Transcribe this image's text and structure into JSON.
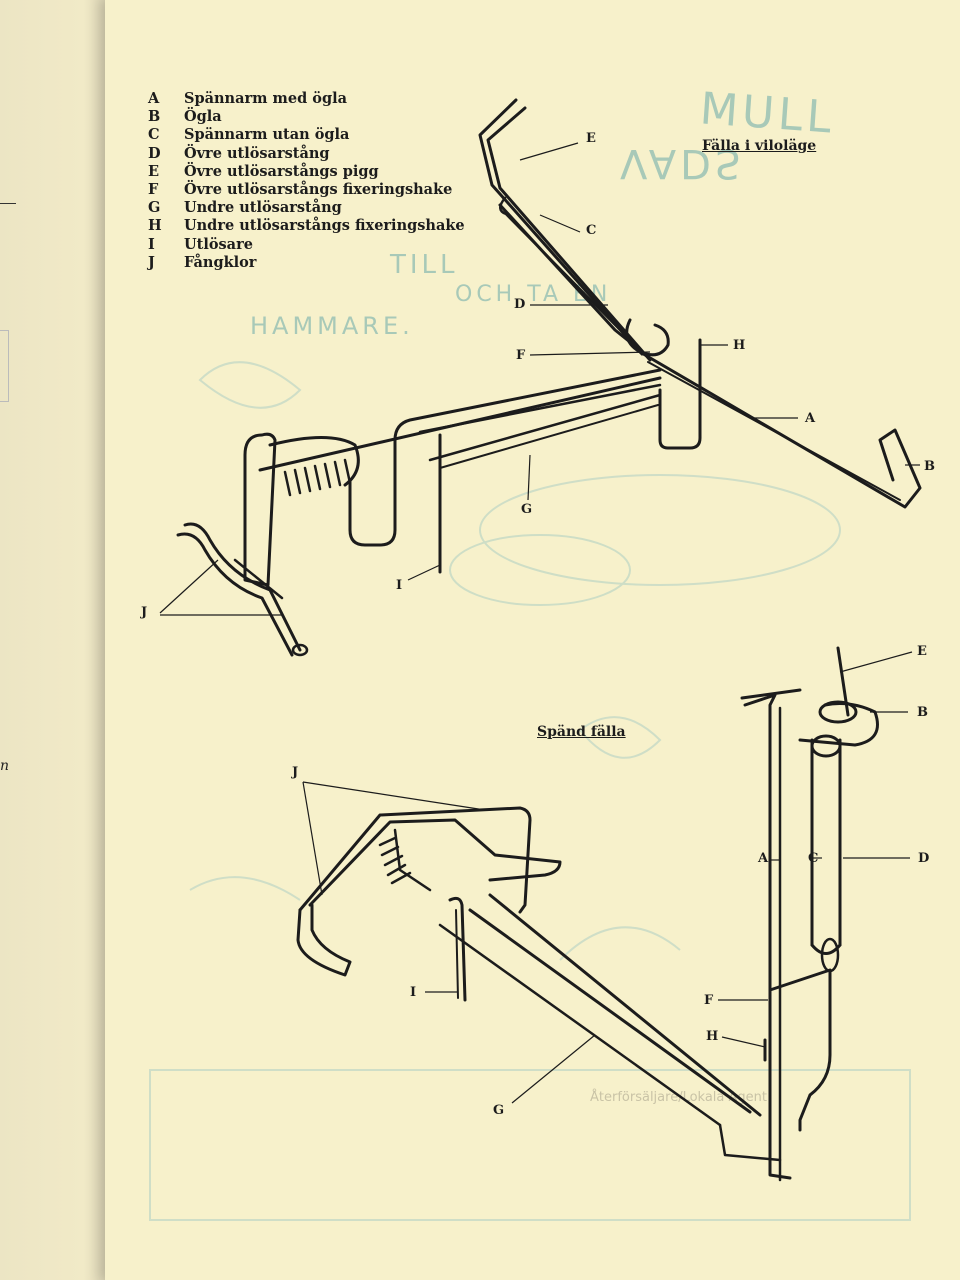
{
  "legend": [
    {
      "key": "A",
      "text": "Spännarm med ögla"
    },
    {
      "key": "B",
      "text": "Ögla"
    },
    {
      "key": "C",
      "text": "Spännarm utan ögla"
    },
    {
      "key": "D",
      "text": "Övre utlösarstång"
    },
    {
      "key": "E",
      "text": "Övre utlösarstångs pigg"
    },
    {
      "key": "F",
      "text": "Övre utlösarstångs fixeringshake"
    },
    {
      "key": "G",
      "text": "Undre utlösarstång"
    },
    {
      "key": "H",
      "text": "Undre utlösarstångs fixeringshake"
    },
    {
      "key": "I",
      "text": "Utlösare"
    },
    {
      "key": "J",
      "text": "Fångklor"
    }
  ],
  "diagrams": {
    "rest": {
      "title": "Fälla i viloläge",
      "labels": [
        "E",
        "C",
        "D",
        "F",
        "H",
        "A",
        "B",
        "G",
        "I",
        "J"
      ]
    },
    "set": {
      "title": "Spänd fälla",
      "labels": [
        "E",
        "B",
        "J",
        "A",
        "C",
        "D",
        "I",
        "F",
        "H",
        "G"
      ]
    }
  },
  "background_print": {
    "lines": [
      "MULL",
      "VADS",
      "TILL",
      "OCH TA EN",
      "HAMMARE."
    ],
    "footer": "Återförsäljare/Lokala Agent"
  },
  "colors": {
    "paper": "#f7f1cb",
    "ink": "#1c1c1c",
    "faint_print": "#a8c9b8"
  }
}
